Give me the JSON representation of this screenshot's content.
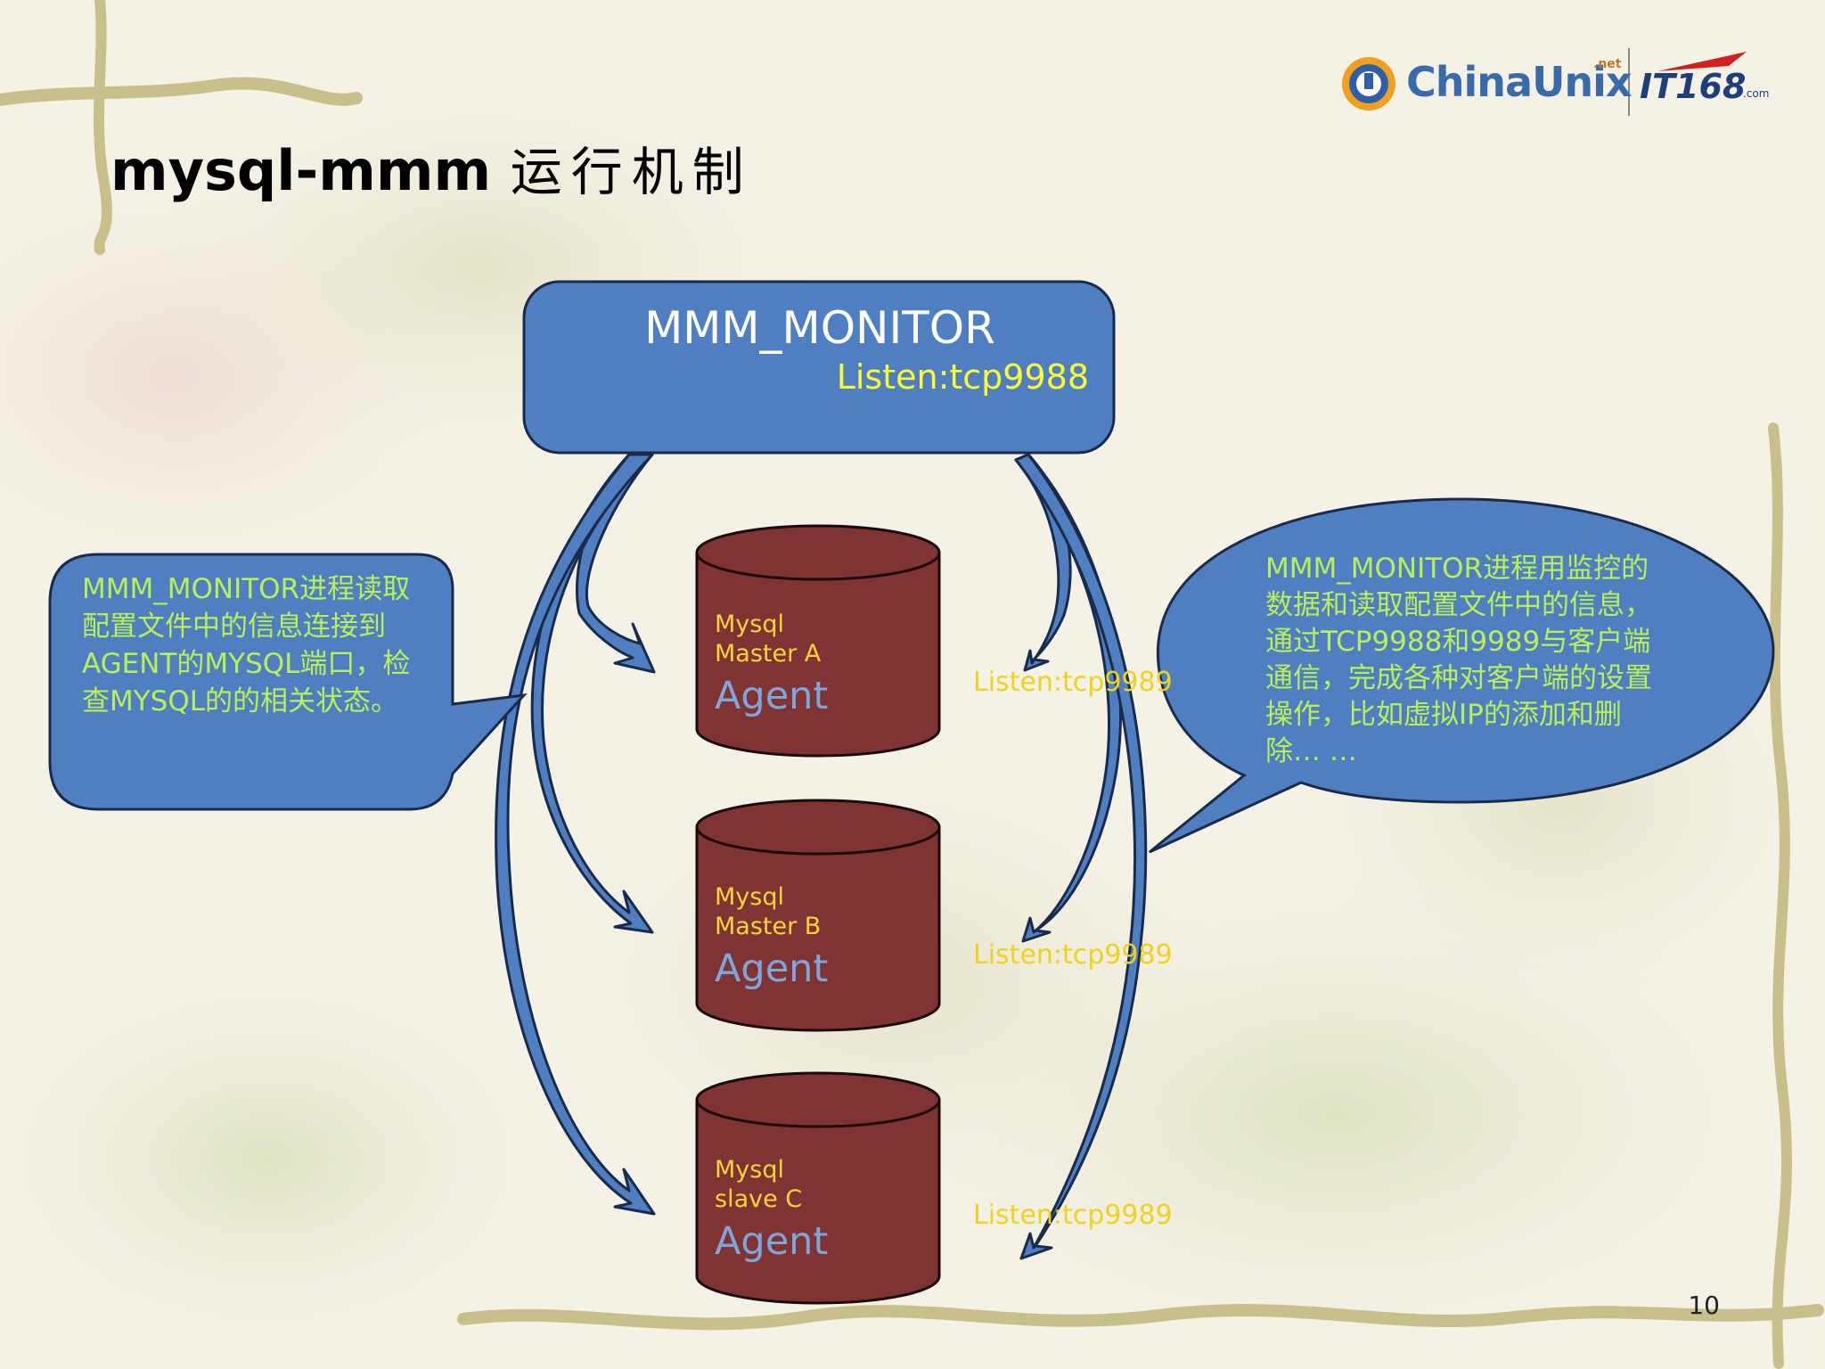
{
  "slide": {
    "title_en": "mysql-mmm",
    "title_cn": "运行机制",
    "page_number": "10"
  },
  "logo": {
    "chinaunix": "ChinaUnix",
    "net": ".net",
    "it168": "IT168",
    "com": ".com"
  },
  "monitor": {
    "title": "MMM_MONITOR",
    "listen": "Listen:tcp9988"
  },
  "databases": [
    {
      "line1": "Mysql",
      "line2": "Master A",
      "agent": "Agent",
      "listen": "Listen:tcp9989"
    },
    {
      "line1": "Mysql",
      "line2": "Master B",
      "agent": "Agent",
      "listen": "Listen:tcp9989"
    },
    {
      "line1": "Mysql",
      "line2": "slave C",
      "agent": "Agent",
      "listen": "Listen:tcp9989"
    }
  ],
  "left_callout": {
    "text": "MMM_MONITOR进程读取配置文件中的信息连接到AGENT的MYSQL端口，检查MYSQL的的相关状态。"
  },
  "right_callout": {
    "text": "MMM_MONITOR进程用监控的数据和读取配置文件中的信息，通过TCP9988和9989与客户端通信，完成各种对客户端的设置操作，比如虚拟IP的添加和删除… …"
  },
  "colors": {
    "box_blue": "#4f7fc0",
    "db_red": "#7f3333",
    "callout_text": "#b9f05a",
    "listen_yellow": "#ffff33",
    "db_label": "#ffd43b",
    "agent_text": "#7fa6d8"
  }
}
